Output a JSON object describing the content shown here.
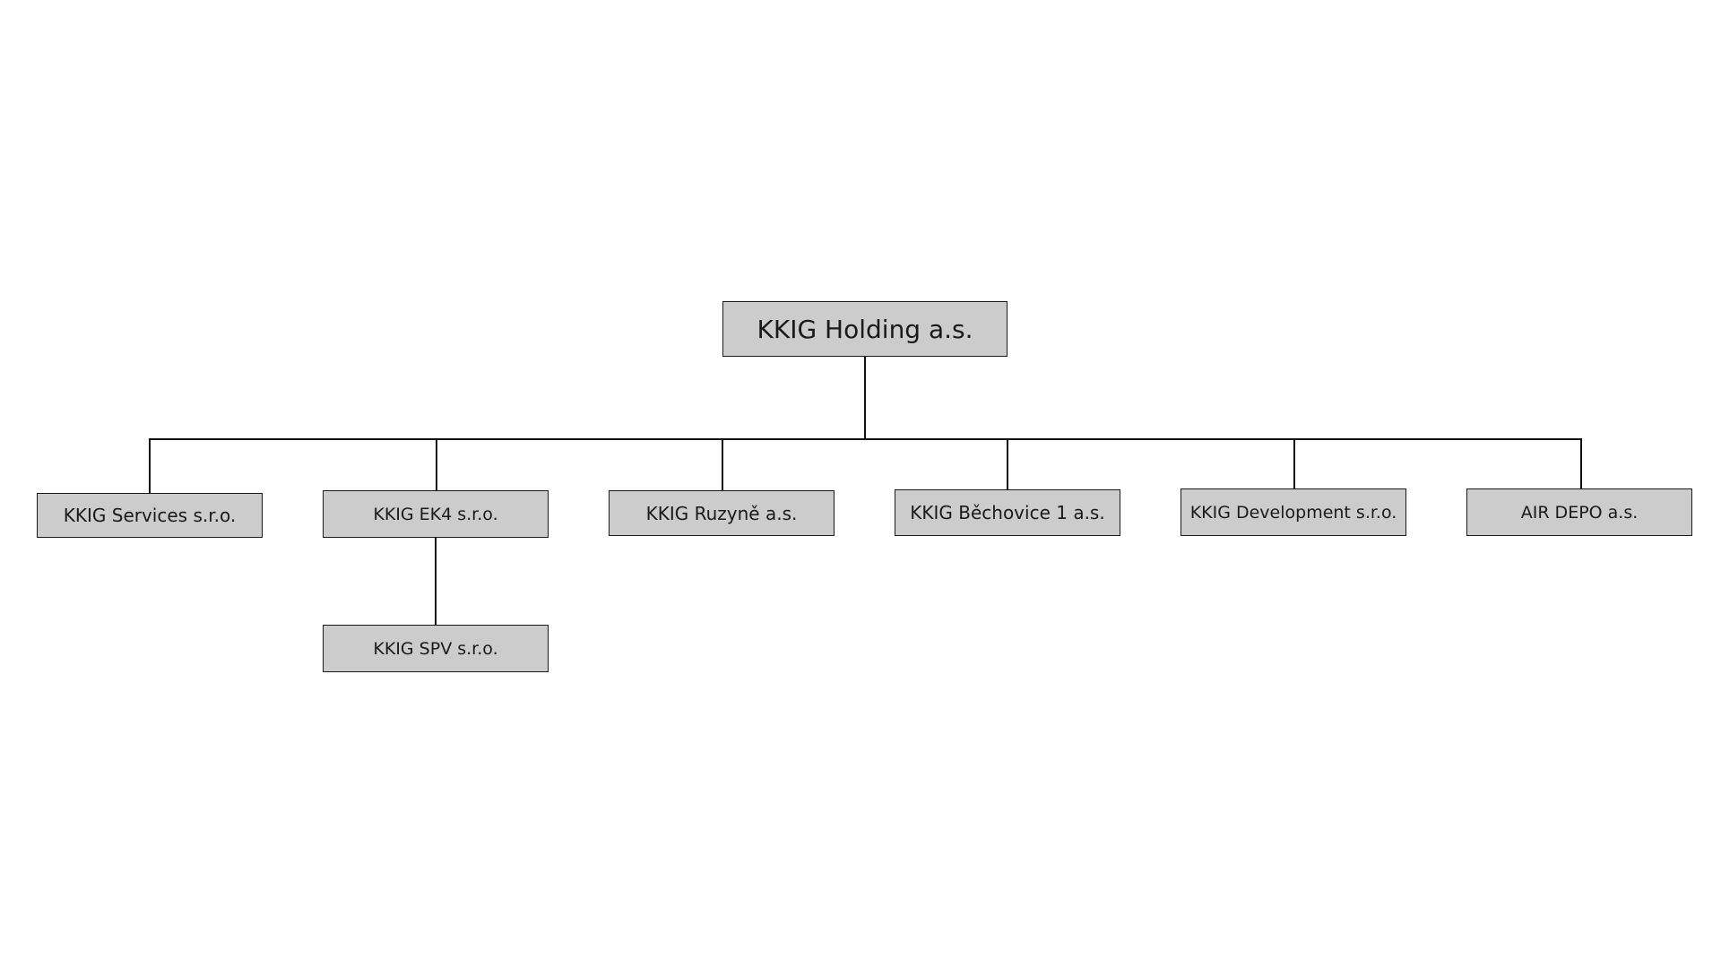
{
  "diagram": {
    "type": "org-chart",
    "root": {
      "label": "KKIG Holding a.s."
    },
    "children": [
      {
        "label": "KKIG Services s.r.o."
      },
      {
        "label": "KKIG EK4 s.r.o.",
        "children": [
          {
            "label": "KKIG SPV s.r.o."
          }
        ]
      },
      {
        "label": "KKIG Ruzyně a.s."
      },
      {
        "label": "KKIG Běchovice 1 a.s."
      },
      {
        "label": "KKIG Development s.r.o."
      },
      {
        "label": "AIR DEPO a.s."
      }
    ]
  },
  "colors": {
    "background": "#ffffff",
    "box_fill": "#cccccc",
    "stroke": "#1a1a1a"
  }
}
